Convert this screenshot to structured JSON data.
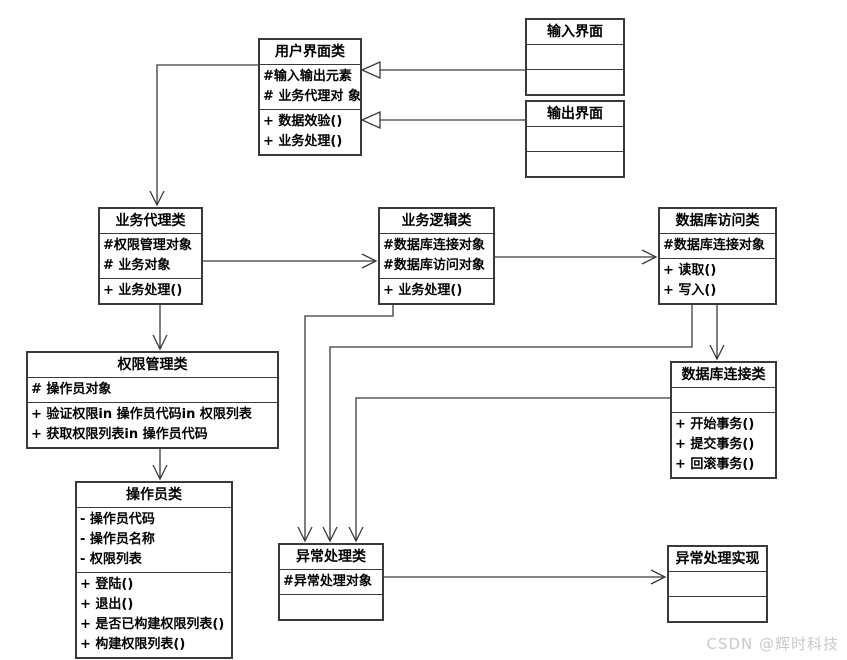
{
  "classes": {
    "user_interface": {
      "title": "用户界面类",
      "attrs": [
        "#输入输出元素",
        "# 业务代理对 象"
      ],
      "methods": [
        "+ 数据效验()",
        "+ 业务处理()"
      ]
    },
    "input_interface": {
      "title": "输入界面",
      "attrs": [],
      "methods": []
    },
    "output_interface": {
      "title": "输出界面",
      "attrs": [],
      "methods": []
    },
    "business_proxy": {
      "title": "业务代理类",
      "attrs": [
        "#权限管理对象",
        "# 业务对象"
      ],
      "methods": [
        "+ 业务处理()"
      ]
    },
    "business_logic": {
      "title": "业务逻辑类",
      "attrs": [
        "#数据库连接对象",
        "#数据库访问对象"
      ],
      "methods": [
        "+ 业务处理()"
      ]
    },
    "db_access": {
      "title": "数据库访问类",
      "attrs": [
        "#数据库连接对象"
      ],
      "methods": [
        "+ 读取()",
        "+ 写入()"
      ]
    },
    "perm_mgmt": {
      "title": "权限管理类",
      "attrs": [
        "# 操作员对象"
      ],
      "methods": [
        "+ 验证权限in 操作员代码in 权限列表",
        "+ 获取权限列表in 操作员代码"
      ]
    },
    "operator": {
      "title": "操作员类",
      "attrs": [
        "- 操作员代码",
        "- 操作员名称",
        "- 权限列表"
      ],
      "methods": [
        "+ 登陆()",
        "+ 退出()",
        "+ 是否已构建权限列表()",
        "+ 构建权限列表()"
      ]
    },
    "db_connection": {
      "title": "数据库连接类",
      "attrs": [],
      "methods": [
        "+ 开始事务()",
        "+ 提交事务()",
        "+ 回滚事务()"
      ]
    },
    "exception_handler": {
      "title": "异常处理类",
      "attrs": [
        "#异常处理对象"
      ],
      "methods": []
    },
    "exception_impl": {
      "title": "异常处理实现",
      "attrs": [],
      "methods": []
    }
  },
  "watermark": "CSDN @辉时科技",
  "colors": {
    "line": "#3a3a3a",
    "box_fill": "#ffffff",
    "watermark": "#c9c9c9"
  }
}
